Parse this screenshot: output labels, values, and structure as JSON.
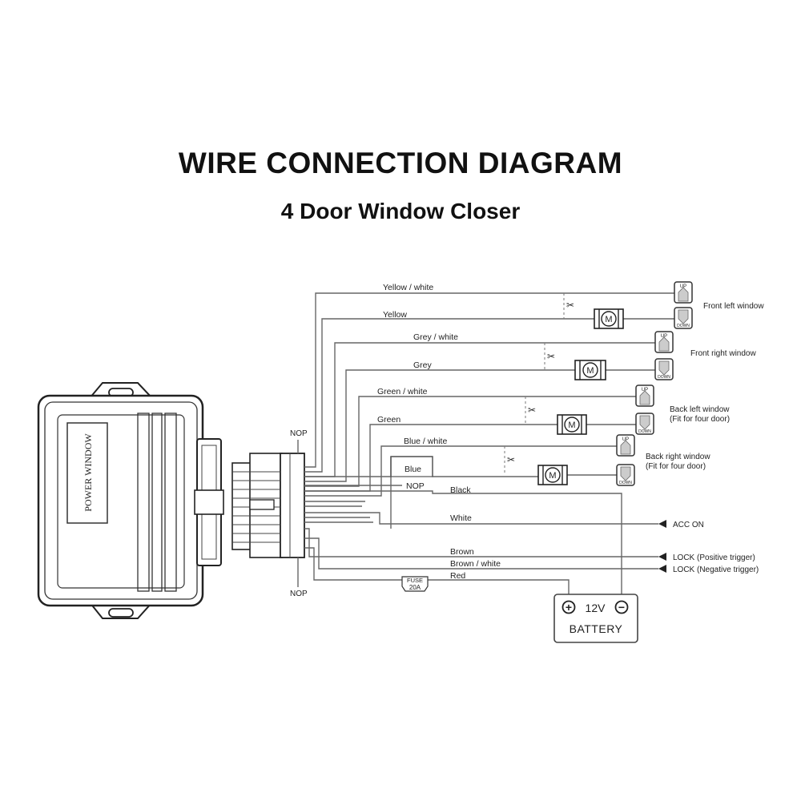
{
  "header": {
    "title": "WIRE CONNECTION DIAGRAM",
    "subtitle": "4 Door Window Closer"
  },
  "module": {
    "label": "POWER WINDOW"
  },
  "connector": {
    "nop_top": "NOP",
    "nop_bottom": "NOP",
    "nop_mid": "NOP"
  },
  "wires": {
    "yellow_white": "Yellow / white",
    "yellow": "Yellow",
    "grey_white": "Grey / white",
    "grey": "Grey",
    "green_white": "Green / white",
    "green": "Green",
    "blue_white": "Blue / white",
    "blue": "Blue",
    "black": "Black",
    "white": "White",
    "brown": "Brown",
    "brown_white": "Brown / white",
    "red": "Red"
  },
  "windows": {
    "front_left": "Front left window",
    "front_right": "Front right window",
    "back_left_1": "Back left  window",
    "back_left_2": "(Fit for four door)",
    "back_right_1": "Back right  window",
    "back_right_2": "(Fit for four door)"
  },
  "switch": {
    "up": "UP",
    "down": "DOWN"
  },
  "motor": {
    "label": "M"
  },
  "inputs": {
    "acc_on": "ACC  ON",
    "lock_positive": "LOCK (Positive trigger)",
    "lock_negative": "LOCK (Negative trigger)"
  },
  "fuse": {
    "label": "FUSE",
    "rating": "20A"
  },
  "battery": {
    "voltage": "12V",
    "label": "BATTERY",
    "plus": "+",
    "minus": "−"
  }
}
